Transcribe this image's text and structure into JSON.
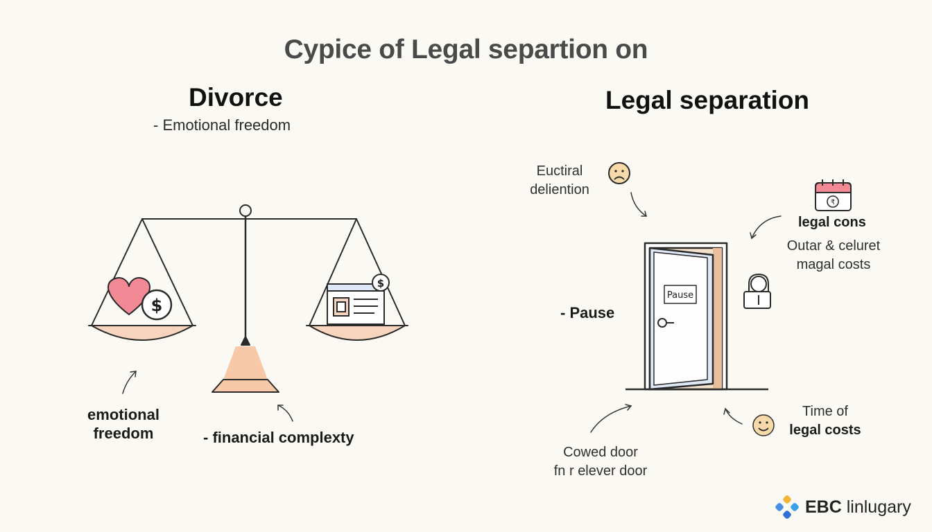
{
  "title": "Cypice of Legal separtion on",
  "divorce": {
    "heading": "Divorce",
    "subtitle": "- Emotional freedom",
    "label_left_line1": "emotional",
    "label_left_line2": "freedom",
    "label_bottom": "- financial complexty"
  },
  "separation": {
    "heading": "Legal separation",
    "note_top_line1": "Euctiral",
    "note_top_line2": "deliention",
    "legal_cons": "legal cons",
    "note_right_line1": "Outar & celuret",
    "note_right_line2": "magal costs",
    "pause_label": "- Pause",
    "door_sign": "Pause",
    "time_line1": "Time of",
    "time_line2": "legal costs",
    "door_line1": "Cowed door",
    "door_line2": "fn r elever door"
  },
  "brand": {
    "bold": "EBC",
    "rest": " linlugary"
  },
  "icons": [
    "heart-icon",
    "dollar-coin-icon",
    "document-screen-icon",
    "sad-face-icon",
    "calendar-coin-icon",
    "padlock-icon",
    "smiley-face-icon",
    "brand-logo-icon"
  ],
  "colors": {
    "background": "#fbf9f3",
    "pan_fill": "#f7d4bd",
    "heart": "#f28a95",
    "door_frame": "#e8bf9a",
    "door_panel": "#dfe8f6",
    "face": "#f6d9a8"
  }
}
